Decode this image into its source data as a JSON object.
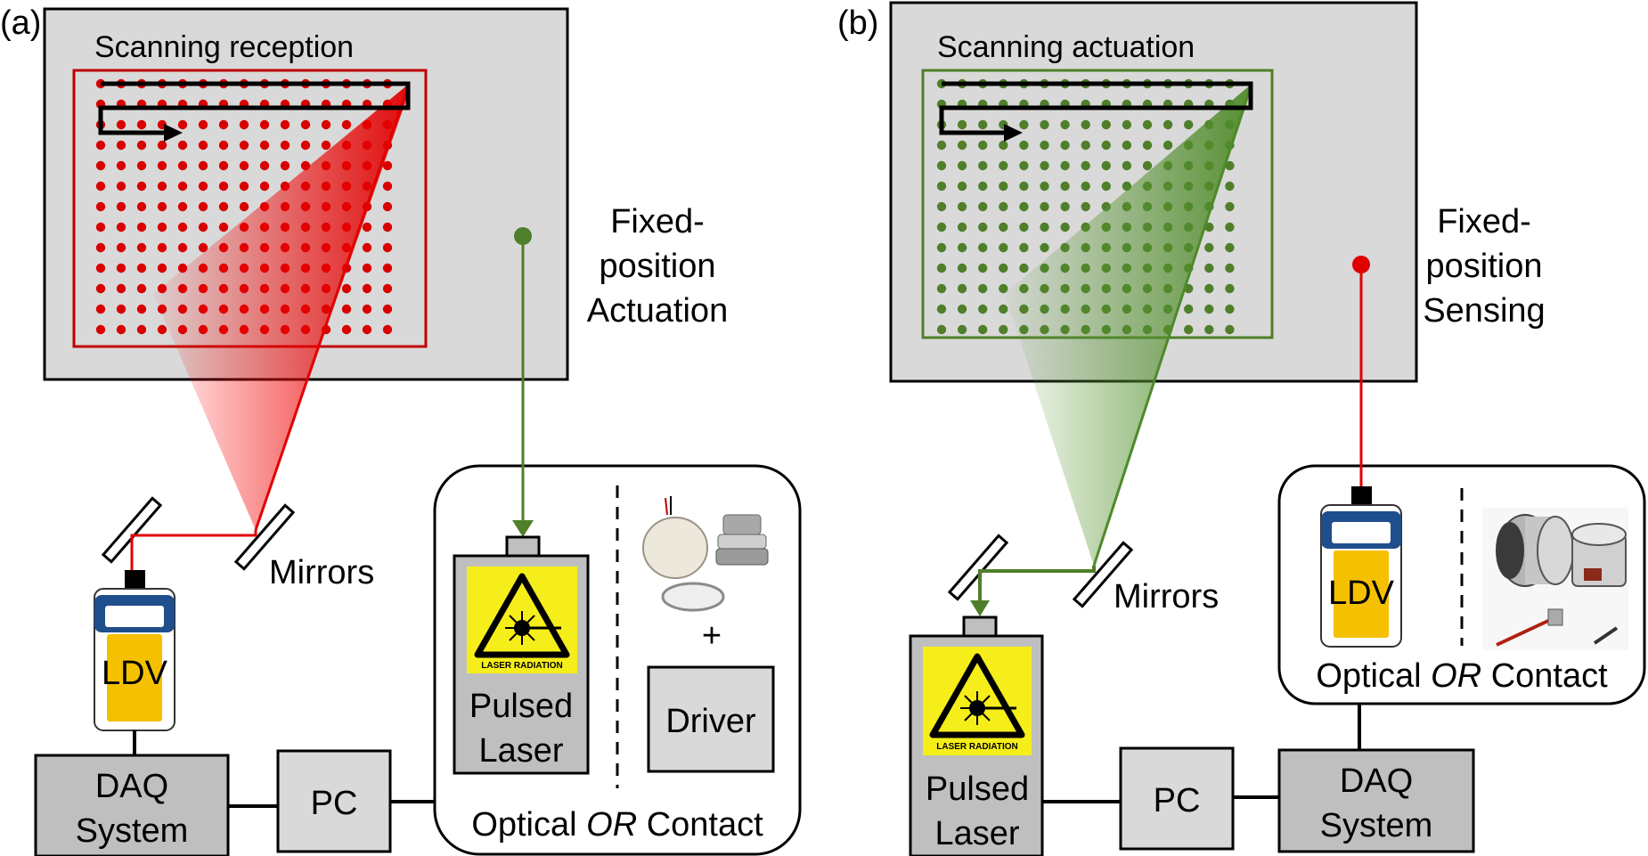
{
  "panels": [
    {
      "id": "a",
      "tag": "(a)",
      "scan_title": "Scanning reception",
      "fixed_label": [
        "Fixed-",
        "position",
        "Actuation"
      ],
      "mirrors": "Mirrors",
      "ldv": "LDV",
      "daq": [
        "DAQ",
        "System"
      ],
      "pc": "PC",
      "pulsed": [
        "Pulsed",
        "Laser"
      ],
      "driver": "Driver",
      "plus": "+",
      "laser_sign": "LASER RADIATION",
      "optical_or": [
        "Optical ",
        "OR",
        " Contact"
      ],
      "scan_color": "#d90000",
      "fixed_color": "#4f7f2a"
    },
    {
      "id": "b",
      "tag": "(b)",
      "scan_title": "Scanning actuation",
      "fixed_label": [
        "Fixed-",
        "position",
        "Sensing"
      ],
      "mirrors": "Mirrors",
      "ldv": "LDV",
      "daq": [
        "DAQ",
        "System"
      ],
      "pc": "PC",
      "pulsed": [
        "Pulsed",
        "Laser"
      ],
      "laser_sign": "LASER RADIATION",
      "optical_or": [
        "Optical ",
        "OR",
        " Contact"
      ],
      "scan_color": "#4f7f2a",
      "fixed_color": "#e00000"
    }
  ]
}
